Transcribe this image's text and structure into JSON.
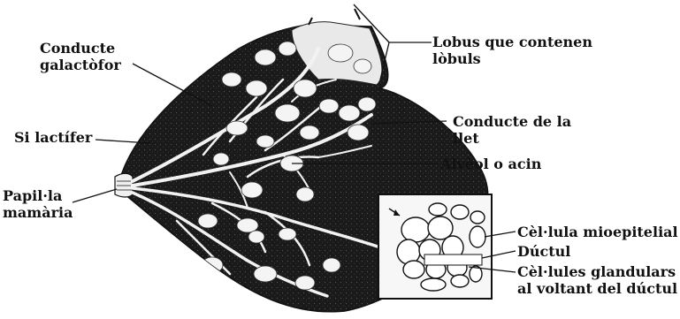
{
  "labels": {
    "conducte_galactofor": [
      "Conducte",
      "galactòfor"
    ],
    "si_lactifer": "Si lactífer",
    "papil_la_mamaria": [
      "Papil·la",
      "mamària"
    ],
    "lobus": [
      "Lobus que contenen",
      "lòbuls"
    ],
    "conducte_llet": [
      "Conducte de la",
      "llet"
    ],
    "alveol": "Alvèol o acin",
    "cellula_mioepitelial": "Cèl·lula mioepitelial",
    "ductul": "Dúctul",
    "cellules_glandulars": [
      "Cèl·lules glandulars",
      "al voltant del dúctul"
    ]
  },
  "colors": {
    "ink": "#111111",
    "tissue_dark": "#1a1a1a",
    "lobule_fill": "#f4f4f4",
    "background": "#ffffff"
  }
}
